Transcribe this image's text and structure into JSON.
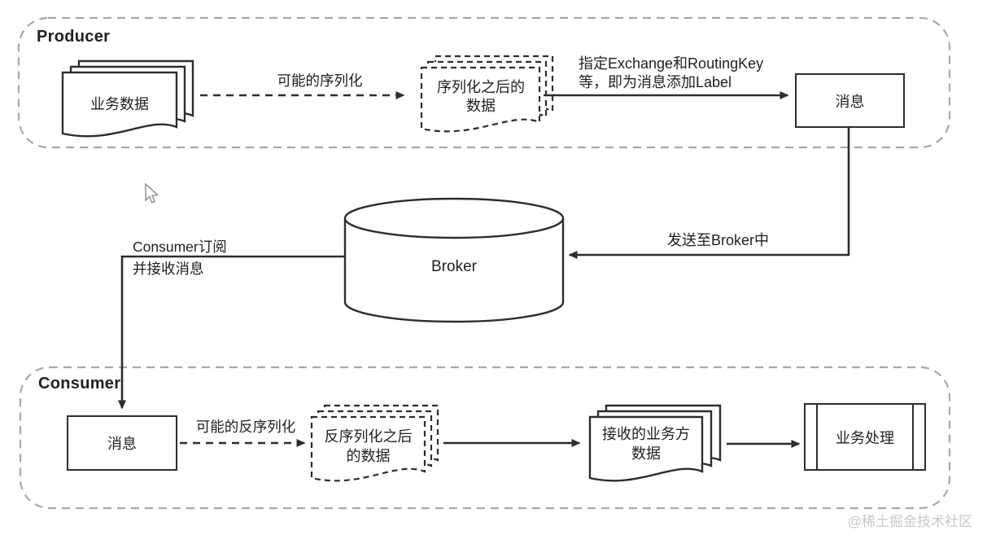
{
  "diagram": {
    "producer": {
      "title": "Producer",
      "business_data": "业务数据",
      "serialize_arrow_label": "可能的序列化",
      "serialized_data": {
        "line1": "序列化之后的",
        "line2": "数据"
      },
      "exchange_label": {
        "line1": "指定Exchange和RoutingKey",
        "line2": "等，即为消息添加Label"
      },
      "message_box": "消息"
    },
    "broker": {
      "name": "Broker",
      "send_arrow_label": "发送至Broker中",
      "subscribe_arrow_label": {
        "line1": "Consumer订阅",
        "line2": "并接收消息"
      }
    },
    "consumer": {
      "title": "Consumer",
      "message_box": "消息",
      "deserialize_arrow_label": "可能的反序列化",
      "deserialized_data": {
        "line1": "反序列化之后",
        "line2": "的数据"
      },
      "received_data": {
        "line1": "接收的业务方",
        "line2": "数据"
      },
      "process_box": "业务处理"
    },
    "watermark": "@稀土掘金技术社区"
  },
  "colors": {
    "background": "#ffffff",
    "shape_stroke": "#2d2d2d",
    "dashed_container": "#a8a8a8",
    "text": "#1f1f1f",
    "watermark": "#c9c9c9"
  }
}
